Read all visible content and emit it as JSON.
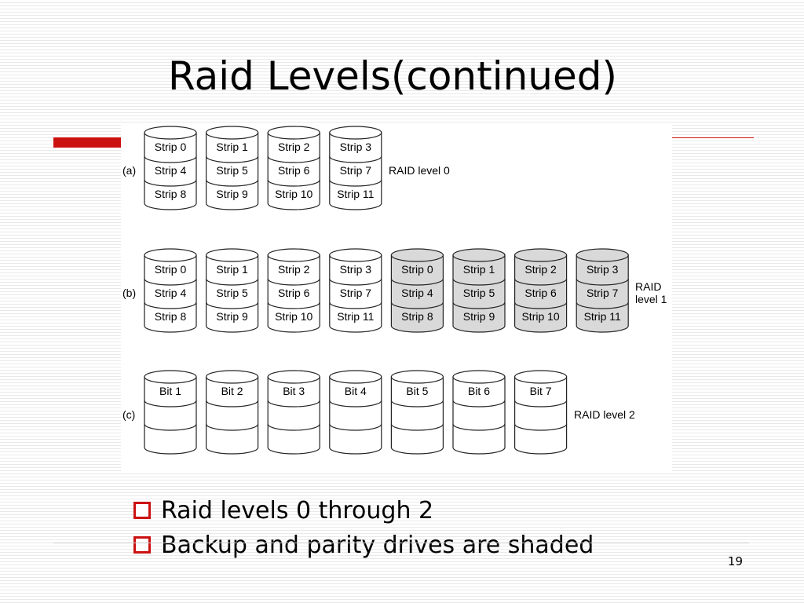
{
  "slide": {
    "title": "Raid Levels(continued)",
    "page_number": "19",
    "bullets": [
      "Raid levels 0 through 2",
      "Backup and parity drives are shaded"
    ]
  },
  "colors": {
    "accent": "#cc1111",
    "disk_fill": "#ffffff",
    "shaded_disk_fill": "#d9d9d9",
    "disk_stroke": "#222222"
  },
  "diagram": {
    "rows": [
      {
        "label": "(a)",
        "caption": [
          "RAID level 0"
        ],
        "disks": [
          {
            "shaded": false,
            "cells": [
              "Strip 0",
              "Strip 4",
              "Strip 8"
            ]
          },
          {
            "shaded": false,
            "cells": [
              "Strip 1",
              "Strip 5",
              "Strip 9"
            ]
          },
          {
            "shaded": false,
            "cells": [
              "Strip 2",
              "Strip 6",
              "Strip 10"
            ]
          },
          {
            "shaded": false,
            "cells": [
              "Strip 3",
              "Strip 7",
              "Strip 11"
            ]
          }
        ]
      },
      {
        "label": "(b)",
        "caption": [
          "RAID",
          "level 1"
        ],
        "disks": [
          {
            "shaded": false,
            "cells": [
              "Strip 0",
              "Strip 4",
              "Strip 8"
            ]
          },
          {
            "shaded": false,
            "cells": [
              "Strip 1",
              "Strip 5",
              "Strip 9"
            ]
          },
          {
            "shaded": false,
            "cells": [
              "Strip 2",
              "Strip 6",
              "Strip 10"
            ]
          },
          {
            "shaded": false,
            "cells": [
              "Strip 3",
              "Strip 7",
              "Strip 11"
            ]
          },
          {
            "shaded": true,
            "cells": [
              "Strip 0",
              "Strip 4",
              "Strip 8"
            ]
          },
          {
            "shaded": true,
            "cells": [
              "Strip 1",
              "Strip 5",
              "Strip 9"
            ]
          },
          {
            "shaded": true,
            "cells": [
              "Strip 2",
              "Strip 6",
              "Strip 10"
            ]
          },
          {
            "shaded": true,
            "cells": [
              "Strip 3",
              "Strip 7",
              "Strip 11"
            ]
          }
        ]
      },
      {
        "label": "(c)",
        "caption": [
          "RAID level 2"
        ],
        "disks": [
          {
            "shaded": false,
            "cells": [
              "Bit 1",
              "",
              ""
            ]
          },
          {
            "shaded": false,
            "cells": [
              "Bit 2",
              "",
              ""
            ]
          },
          {
            "shaded": false,
            "cells": [
              "Bit 3",
              "",
              ""
            ]
          },
          {
            "shaded": false,
            "cells": [
              "Bit 4",
              "",
              ""
            ]
          },
          {
            "shaded": false,
            "cells": [
              "Bit 5",
              "",
              ""
            ]
          },
          {
            "shaded": false,
            "cells": [
              "Bit 6",
              "",
              ""
            ]
          },
          {
            "shaded": false,
            "cells": [
              "Bit 7",
              "",
              ""
            ]
          }
        ]
      }
    ]
  }
}
